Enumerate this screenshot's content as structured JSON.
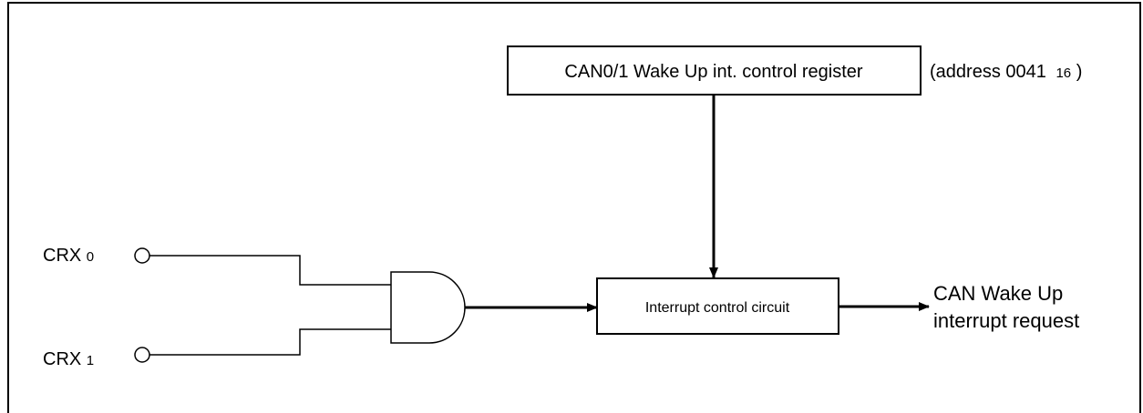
{
  "register_box": {
    "label": "CAN0/1 Wake Up int. control register",
    "address_prefix": "(address 0041",
    "address_subscript": "16",
    "address_suffix": ")"
  },
  "inputs": [
    {
      "base": "CRX",
      "subscript": "0"
    },
    {
      "base": "CRX",
      "subscript": "1"
    }
  ],
  "gate": {
    "type": "AND"
  },
  "control_circuit": {
    "label": "Interrupt control circuit"
  },
  "output": {
    "line1": "CAN Wake Up",
    "line2": "interrupt request"
  },
  "colors": {
    "stroke": "#000000",
    "background": "#ffffff"
  }
}
